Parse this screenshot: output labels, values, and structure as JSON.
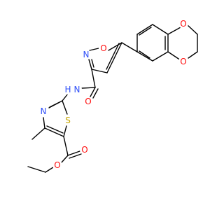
{
  "molecule": {
    "colors": {
      "bond": "#000000",
      "oxygen": "#ff0d0d",
      "nitrogen": "#3050f8",
      "sulfur": "#c6a600",
      "background": "#ffffff"
    },
    "atom_labels": [
      {
        "id": "o_dioxane_top",
        "text": "O",
        "element": "oxygen"
      },
      {
        "id": "o_dioxane_bottom",
        "text": "O",
        "element": "oxygen"
      },
      {
        "id": "o_isoxazole",
        "text": "O",
        "element": "oxygen"
      },
      {
        "id": "n_isoxazole",
        "text": "N",
        "element": "nitrogen"
      },
      {
        "id": "n_amide",
        "text": "N",
        "element": "nitrogen"
      },
      {
        "id": "h_amide",
        "text": "H",
        "element": "nitrogen"
      },
      {
        "id": "o_amide",
        "text": "O",
        "element": "oxygen"
      },
      {
        "id": "n_thiazole",
        "text": "N",
        "element": "nitrogen"
      },
      {
        "id": "s_thiazole",
        "text": "S",
        "element": "sulfur"
      },
      {
        "id": "o_ester_carbonyl",
        "text": "O",
        "element": "oxygen"
      },
      {
        "id": "o_ester",
        "text": "O",
        "element": "oxygen"
      }
    ]
  }
}
